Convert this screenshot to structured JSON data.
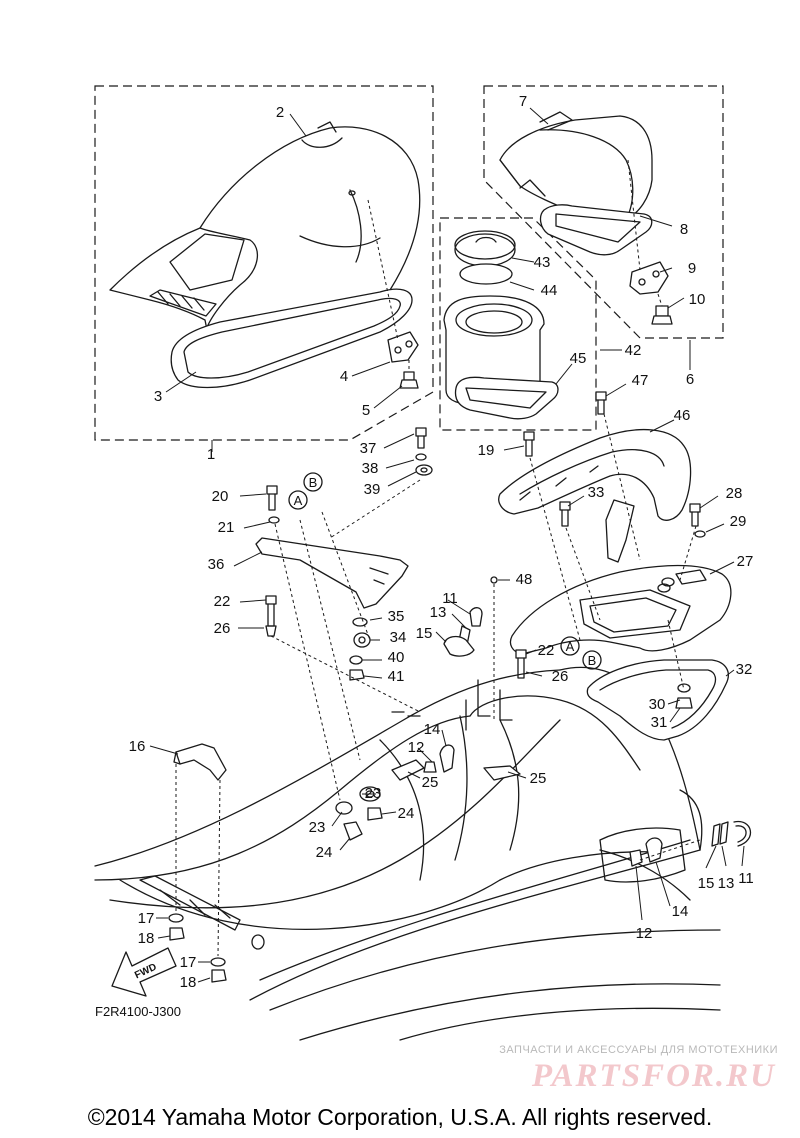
{
  "diagram_code": "F2R4100-J300",
  "fwd_label": "FWD",
  "circle_labels": {
    "a": "A",
    "b": "B"
  },
  "part_numbers": [
    "1",
    "2",
    "3",
    "4",
    "5",
    "6",
    "7",
    "8",
    "9",
    "10",
    "11",
    "12",
    "13",
    "14",
    "15",
    "16",
    "17",
    "18",
    "19",
    "20",
    "21",
    "22",
    "23",
    "24",
    "25",
    "26",
    "27",
    "28",
    "29",
    "30",
    "31",
    "32",
    "33",
    "34",
    "35",
    "36",
    "37",
    "38",
    "39",
    "40",
    "41",
    "42",
    "43",
    "44",
    "45",
    "46",
    "47",
    "48"
  ],
  "watermark": {
    "caption": "ЗАПЧАСТИ И АКСЕССУАРЫ ДЛЯ МОТОТЕХНИКИ",
    "logo": "PARTSFOR.RU"
  },
  "copyright": "©2014 Yamaha Motor Corporation, U.S.A. All rights reserved."
}
